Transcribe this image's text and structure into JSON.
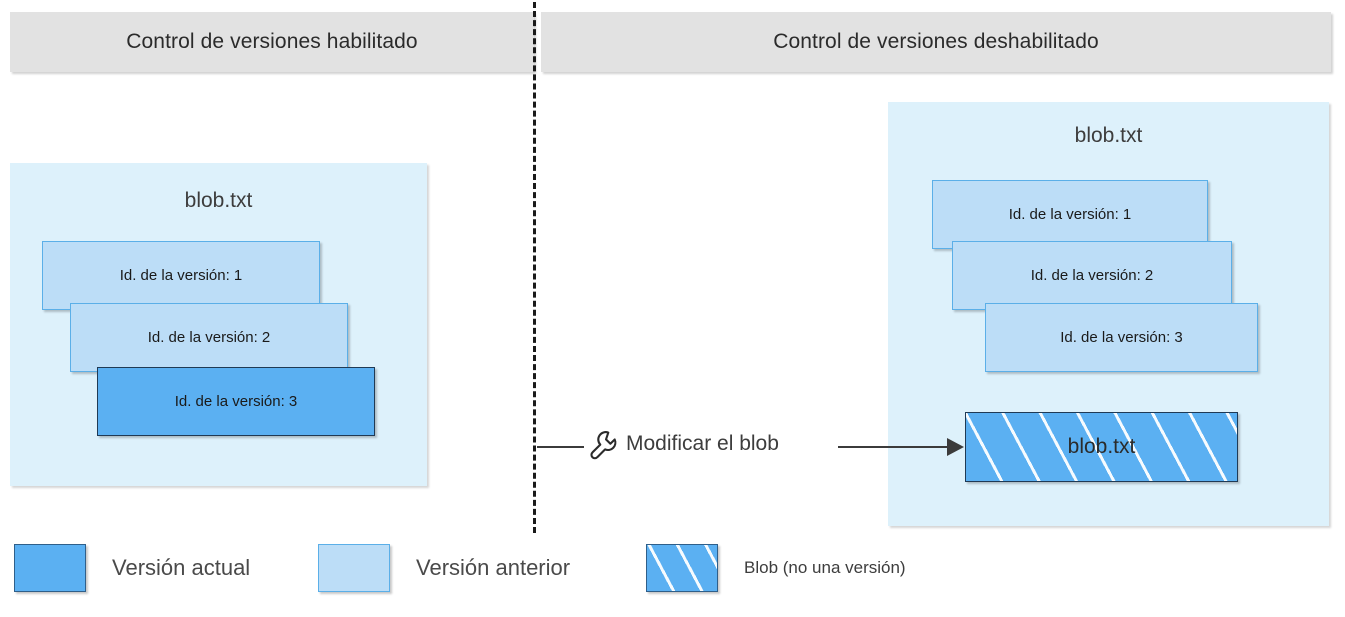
{
  "headers": {
    "left": "Control de versiones habilitado",
    "right": "Control de versiones deshabilitado"
  },
  "left_panel": {
    "blob_title": "blob.txt",
    "versions": [
      {
        "label": "Id. de la versión: 1",
        "state": "previous"
      },
      {
        "label": "Id. de la versión: 2",
        "state": "previous"
      },
      {
        "label": "Id. de la versión: 3",
        "state": "current"
      }
    ]
  },
  "right_panel": {
    "blob_title": "blob.txt",
    "versions": [
      {
        "label": "Id. de la versión: 1",
        "state": "previous"
      },
      {
        "label": "Id. de la versión: 2",
        "state": "previous"
      },
      {
        "label": "Id. de la versión: 3",
        "state": "previous"
      }
    ],
    "blob": {
      "label": "blob.txt",
      "state": "blob"
    }
  },
  "flow": {
    "icon": "wrench-icon",
    "label": "Modificar el blob"
  },
  "legend": [
    {
      "label": "Versión actual",
      "swatch": "current"
    },
    {
      "label": "Versión anterior",
      "swatch": "previous"
    },
    {
      "label": "Blob (no una versión)",
      "swatch": "hatched"
    }
  ],
  "colors": {
    "current_version": "#5bb0f2",
    "previous_version": "#bcddf7",
    "previous_version_border": "#5bafe8",
    "container_background": "#ddf1fb",
    "header_background": "#e2e2e2",
    "blob_border": "#1f3a55",
    "divider": "#1a1a1a",
    "arrow": "#3b3b3b",
    "text": "#3d3d3d"
  }
}
